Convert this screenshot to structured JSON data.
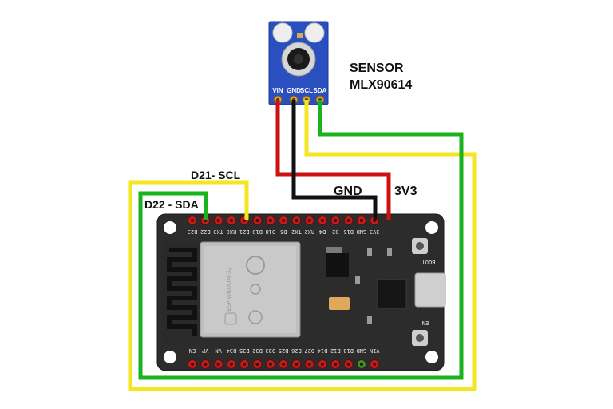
{
  "sensor": {
    "title_line1": "SENSOR",
    "title_line2": "MLX90614",
    "pins": [
      "VIN",
      "GND",
      "SCL",
      "SDA"
    ]
  },
  "labels": {
    "d21_scl": "D21- SCL",
    "d22_sda": "D22 - SDA",
    "gnd": "GND",
    "v3v3": "3V3"
  },
  "board": {
    "top_pins": [
      "D23",
      "D22",
      "TX0",
      "RX0",
      "D21",
      "D19",
      "D18",
      "D5",
      "TX2",
      "RX2",
      "D4",
      "D2",
      "D15",
      "GND",
      "3V3"
    ],
    "bottom_pins": [
      "EN",
      "VP",
      "VN",
      "D34",
      "D35",
      "D32",
      "D33",
      "D25",
      "D26",
      "D27",
      "D14",
      "D12",
      "D13",
      "GND",
      "VIN"
    ],
    "module_text": "ESP-WROOM-32",
    "boot_label": "BOOT",
    "en_label": "EN"
  },
  "wire_colors": {
    "vin": "#cc1111",
    "gnd": "#111111",
    "scl": "#f4e620",
    "sda": "#19b31e"
  }
}
